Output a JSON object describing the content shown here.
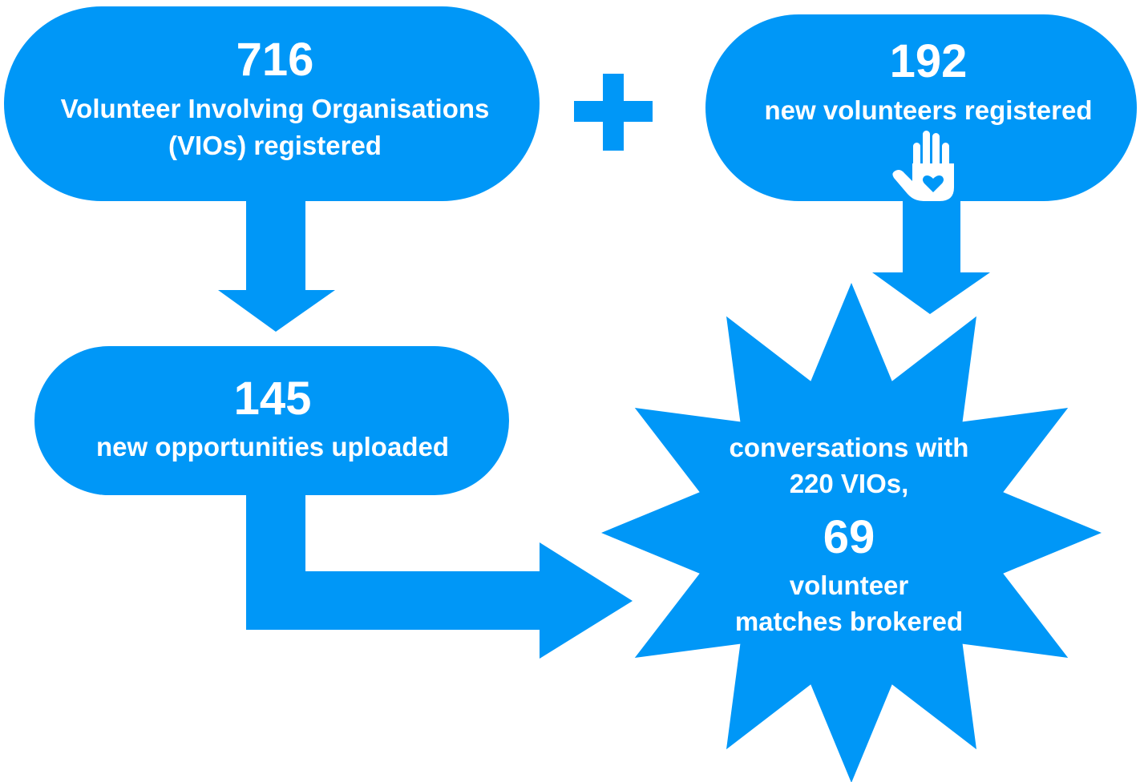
{
  "colors": {
    "primary": "#0097f7",
    "text": "#ffffff"
  },
  "vios_box": {
    "number": "716",
    "line1": "Volunteer Involving Organisations",
    "line2": "(VIOs) registered"
  },
  "plus_icon": "plus-icon",
  "volunteers_box": {
    "number": "192",
    "line1": "new volunteers registered",
    "icon": "hand-heart-icon"
  },
  "opportunities_box": {
    "number": "145",
    "line1": "new opportunities uploaded"
  },
  "outcome_burst": {
    "line1": "conversations with",
    "line2": "220 VIOs,",
    "number": "69",
    "line3": "volunteer",
    "line4": "matches brokered"
  }
}
